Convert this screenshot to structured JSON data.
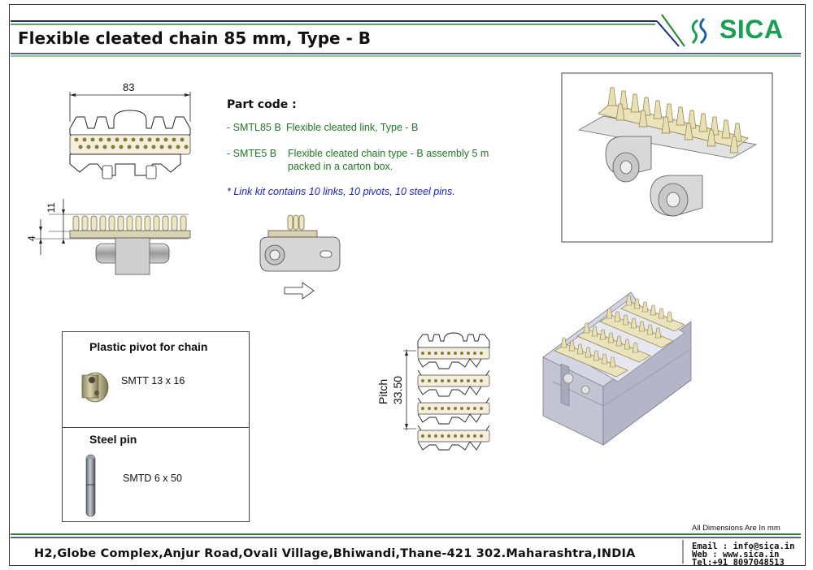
{
  "header": {
    "title": "Flexible cleated chain 85 mm, Type - B",
    "logo_text": "SICA"
  },
  "colors": {
    "header_blue": "#1b2a8c",
    "header_green": "#1e8a2e",
    "part_green": "#1e7a22",
    "note_blue": "#1a22cc",
    "logo_green": "#18a050"
  },
  "drawing": {
    "width_dim": "83",
    "height_dim_outer": "11",
    "height_dim_inner": "4",
    "pitch_label": "Pitch",
    "pitch_value": "33.50"
  },
  "part_code": {
    "heading": "Part code :",
    "items": [
      {
        "code": "- SMTL85 B",
        "description": "Flexible cleated link, Type - B"
      },
      {
        "code": "- SMTE5 B",
        "description": "Flexible cleated chain type - B assembly 5 m",
        "description_line2": "packed in a carton box."
      }
    ],
    "kit_note": "* Link kit contains 10 links, 10 pivots, 10 steel pins."
  },
  "components": [
    {
      "title": "Plastic pivot for chain",
      "code": "SMTT 13 x 16",
      "icon": "pivot-icon"
    },
    {
      "title": "Steel pin",
      "code": "SMTD 6 x 50",
      "icon": "pin-icon"
    }
  ],
  "footer": {
    "dimensions_note": "All Dimensions Are In mm",
    "address": "H2,Globe Complex,Anjur Road,Ovali Village,Bhiwandi,Thane-421 302.Maharashtra,INDIA",
    "email": "Email : info@sica.in",
    "web": "Web  : www.sica.in",
    "tel": "Tel:+91 8097048513"
  }
}
